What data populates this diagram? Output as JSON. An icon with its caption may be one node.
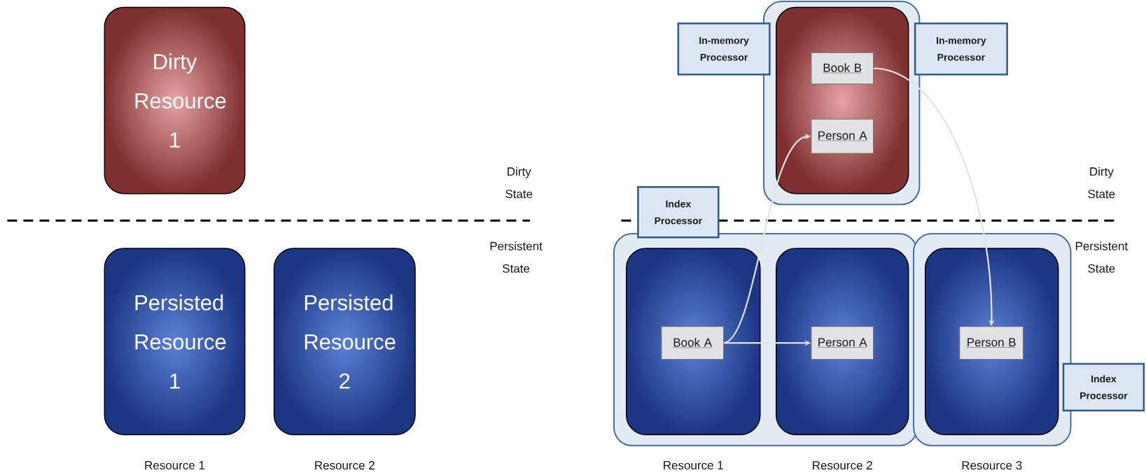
{
  "diagram": {
    "nodes": [
      {
        "text": [
          "Dirty Resource 1"
        ]
      },
      {
        "text": [
          "Persisted Resource 1"
        ],
        "beside": [
          "Resource 1"
        ]
      },
      {
        "text": [
          "Persisted Resource 2"
        ],
        "beside": [
          "Resource 2"
        ]
      },
      {
        "text": [],
        "shape": "box"
      },
      {
        "text": [],
        "shape": "box",
        "in": 3
      },
      {
        "text": [
          "Book B"
        ],
        "in": 4
      },
      {
        "text": [
          "Person A"
        ],
        "in": 4
      },
      {
        "text": [
          "In-memory Processor"
        ]
      },
      {
        "text": [
          "In-memory Processor"
        ]
      },
      {
        "text": [],
        "shape": "box"
      },
      {
        "text": [],
        "shape": "box",
        "in": 9,
        "beside": [
          "Resource 1"
        ]
      },
      {
        "text": [
          "Book A"
        ],
        "in": 10
      },
      {
        "text": [],
        "shape": "box",
        "in": 9,
        "beside": [
          "Resource 2"
        ]
      },
      {
        "text": [
          "Person A"
        ],
        "in": 12
      },
      {
        "text": [],
        "shape": "box"
      },
      {
        "text": [],
        "shape": "box",
        "in": 14,
        "beside": [
          "Resource 3"
        ]
      },
      {
        "text": [
          "Person B"
        ],
        "in": 15
      },
      {
        "text": [
          "Index Processor"
        ]
      },
      {
        "text": [
          "Index Processor"
        ]
      }
    ],
    "edges": [
      {
        "from": 11,
        "to": 13,
        "arrow": "to"
      },
      {
        "from": 11,
        "to": 6,
        "arrow": "to"
      },
      {
        "from": 5,
        "to": 16,
        "arrow": "to"
      }
    ],
    "labels": [
      "Dirty State",
      "Dirty State",
      "Persistent State",
      "Persistent State"
    ]
  }
}
